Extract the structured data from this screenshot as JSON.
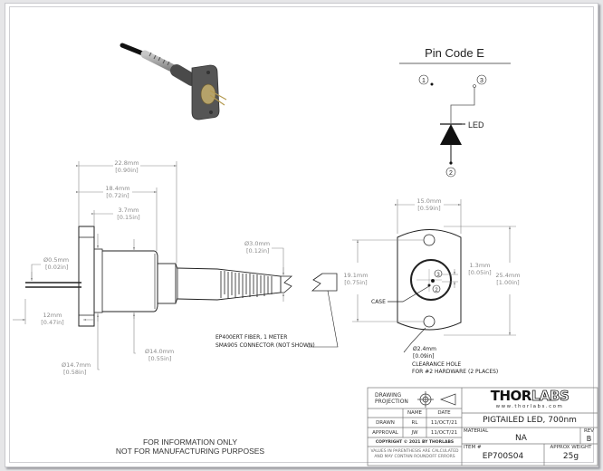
{
  "pin_code": {
    "title": "Pin Code E",
    "pins": [
      "1",
      "2",
      "3"
    ],
    "component_label": "LED"
  },
  "side_view": {
    "dims": {
      "overall_length": {
        "mm": "22.8mm",
        "in": "[0.90in]"
      },
      "body_length": {
        "mm": "18.4mm",
        "in": "[0.72in]"
      },
      "flange_offset": {
        "mm": "3.7mm",
        "in": "[0.15in]"
      },
      "pin_dia": {
        "mm": "Ø0.5mm",
        "in": "[0.02in]"
      },
      "pin_length": {
        "mm": "12mm",
        "in": "[0.47in]"
      },
      "flange_dia": {
        "mm": "Ø14.7mm",
        "in": "[0.58in]"
      },
      "body_dia": {
        "mm": "Ø14.0mm",
        "in": "[0.55in]"
      },
      "fiber_dia": {
        "mm": "Ø3.0mm",
        "in": "[0.12in]"
      }
    },
    "fiber_note": [
      "EP400ERT FIBER, 1 METER",
      "SMA905 CONNECTOR  (NOT SHOWN)"
    ]
  },
  "front_view": {
    "dims": {
      "width": {
        "mm": "15.0mm",
        "in": "[0.59in]"
      },
      "hole_spacing": {
        "mm": "19.1mm",
        "in": "[0.75in]"
      },
      "height": {
        "mm": "25.4mm",
        "in": "[1.00in]"
      },
      "pin_offset": {
        "mm": "1.3mm",
        "in": "[0.05in]"
      },
      "hole_dia": {
        "mm": "Ø2.4mm",
        "in": "[0.09in]"
      }
    },
    "case_label": "CASE",
    "pin_labels": [
      "3",
      "2"
    ],
    "hole_note": [
      "CLEARANCE HOLE",
      "FOR #2 HARDWARE (2 PLACES)"
    ]
  },
  "notice": [
    "FOR INFORMATION ONLY",
    "NOT FOR MANUFACTURING PURPOSES"
  ],
  "title_block": {
    "projection_label": [
      "DRAWING",
      "PROJECTION"
    ],
    "col_name": "NAME",
    "col_date": "DATE",
    "rows": [
      {
        "role": "DRAWN",
        "name": "RL",
        "date": "11/OCT/21"
      },
      {
        "role": "APPROVAL",
        "name": "JW",
        "date": "11/OCT/21"
      }
    ],
    "copyright": "COPYRIGHT © 2021 BY THORLABS",
    "disclaimer": [
      "VALUES IN PARENTHESIS ARE CALCULATED",
      "AND MAY CONTAIN ROUNDOFF ERRORS"
    ],
    "logo_bold": "THOR",
    "logo_outline": "LABS",
    "website": "www.thorlabs.com",
    "description": "PIGTAILED LED, 700nm",
    "material_label": "MATERIAL",
    "material": "NA",
    "rev_label": "REV",
    "rev": "B",
    "item_label": "ITEM #",
    "item": "EP700S04",
    "weight_label": "APPROX WEIGHT",
    "weight": "25g"
  }
}
